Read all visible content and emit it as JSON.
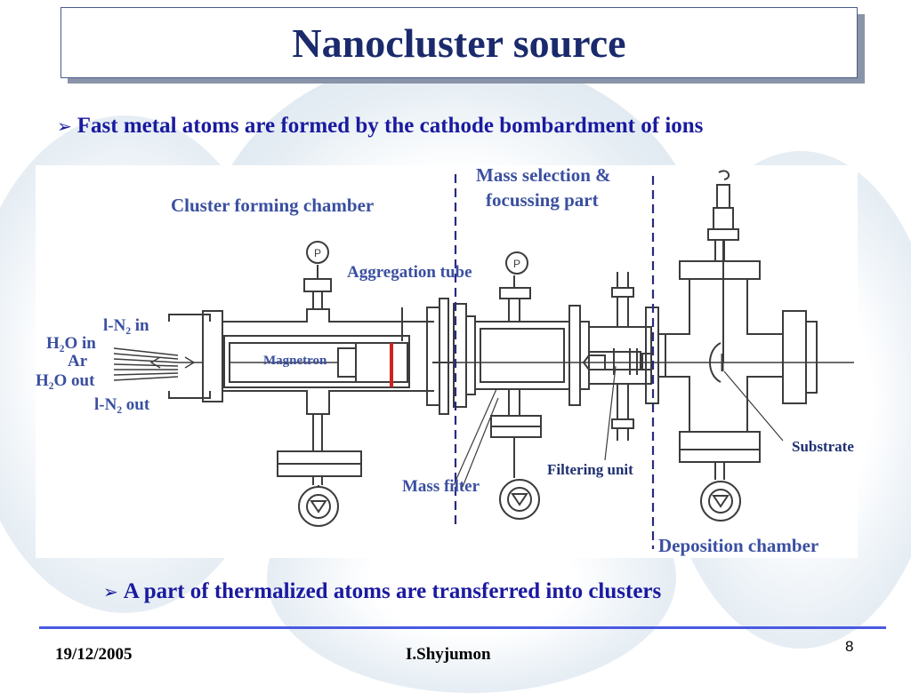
{
  "slide": {
    "title": "Nanocluster source",
    "bullet_top": "Fast metal atoms are formed by the cathode bombardment of ions",
    "bullet_bottom": "A part of thermalized atoms are transferred into clusters",
    "bullet_marker": "➢"
  },
  "diagram": {
    "sections": {
      "cluster_forming": "Cluster forming chamber",
      "mass_selection_line1": "Mass selection &",
      "mass_selection_line2": "focussing part",
      "deposition": "Deposition chamber"
    },
    "parts": {
      "aggregation_tube": "Aggregation tube",
      "magnetron": "Magnetron",
      "mass_filter": "Mass filter",
      "filtering_unit": "Filtering unit",
      "substrate": "Substrate",
      "pressure_gauge": "P"
    },
    "ports": {
      "ln2_in": "l-N₂ in",
      "h2o_in": "H₂O in",
      "ar": "Ar",
      "h2o_out": "H₂O out",
      "ln2_out": "l-N₂ out"
    },
    "colors": {
      "line": "#3c3c3c",
      "label": "#3a4fa0",
      "divider": "#2a2a80",
      "target": "#d02020"
    }
  },
  "footer": {
    "date": "19/12/2005",
    "author": "I.Shyjumon",
    "page": "8"
  }
}
